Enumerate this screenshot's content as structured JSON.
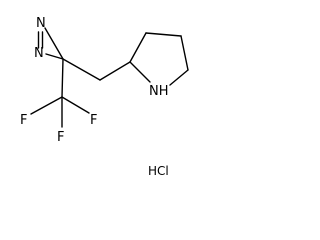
{
  "molecule": {
    "atoms": {
      "n_top": "N",
      "n_mid": "N",
      "nh": "NH",
      "f_left": "F",
      "f_right": "F",
      "f_bottom": "F"
    },
    "salt": "HCl"
  }
}
